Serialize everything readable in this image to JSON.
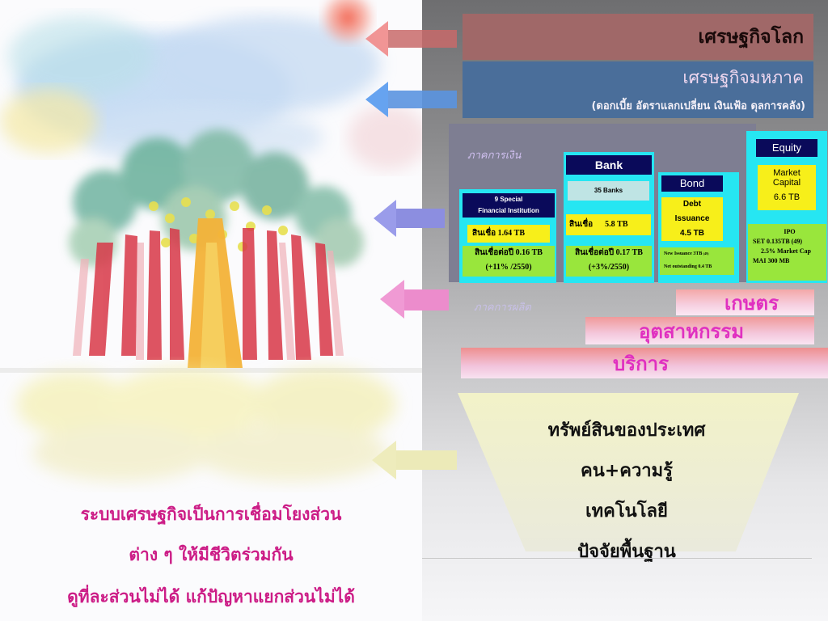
{
  "world_economy": "เศรษฐกิจโลก",
  "macro_economy": {
    "title": "เศรษฐกิจมหภาค",
    "subtitle": "(ดอกเบี้ย อัตราแลกเปลี่ยน เงินเฟ้อ ดุลการคลัง)"
  },
  "financial_sector": {
    "label": "ภาคการเงิน",
    "sfi": {
      "title_line1": "9 Special",
      "title_line2": "Financial Institution",
      "credit": "สินเชื่อ  1.64  TB",
      "credit_growth_line1": "สินเชื่อต่อปี 0.16  TB",
      "credit_growth_line2": "(+11% /2550)"
    },
    "bank": {
      "title": "Bank",
      "count": "35 Banks",
      "credit": "สินเชื่อ      5.8 TB",
      "credit_growth_line1": "สินเชื่อต่อปี 0.17 TB",
      "credit_growth_line2": "(+3%/2550)"
    },
    "bond": {
      "title": "Bond",
      "debt_line1": "Debt",
      "debt_line2": "Issuance",
      "debt_line3": "4.5 TB",
      "new_issuance": "New Issuance  3TB",
      "new_issuance_note": "(49)",
      "outstanding": "Net outstanding 0.4  TB"
    },
    "equity": {
      "title": "Equity",
      "cap_line1": "Market",
      "cap_line2": "Capital",
      "cap_value": "6.6 TB",
      "ipo_title": "IPO",
      "ipo_line1": "SET 0.135TB (49)",
      "ipo_line2": "2.5% Market Cap",
      "ipo_line3": "MAI 300 MB"
    }
  },
  "production_sector": {
    "label": "ภาคการผลิต",
    "agriculture": "เกษตร",
    "industry": "อุตสาหกรรม",
    "services": "บริการ"
  },
  "national_assets": {
    "line1": "ทรัพย์สินของประเทศ",
    "line2": "คน+ความรู้",
    "line3": "เทคโนโลยี",
    "line4": "ปัจจัยพื้นฐาน"
  },
  "bottom_text": {
    "line1": "ระบบเศรษฐกิจเป็นการเชื่อมโยงส่วน",
    "line2": "ต่าง ๆ ให้มีชีวิตร่วมกัน",
    "line3": "ดูที่ละส่วนไม่ได้ แก้ปัญหาแยกส่วนไม่ได้"
  },
  "colors": {
    "world": "#a06868",
    "macro": "#4a6e9a",
    "magenta_text": "#cc1c86",
    "navy": "#0a0a5a"
  }
}
